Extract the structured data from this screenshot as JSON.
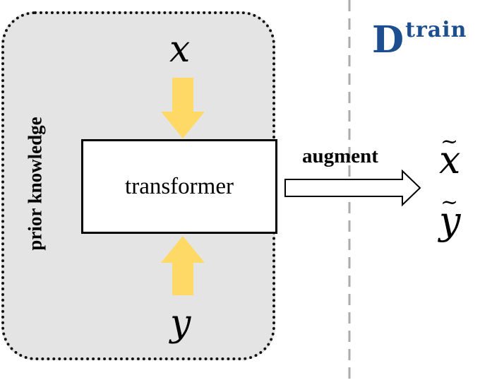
{
  "diagram": {
    "side_label": "prior knowledge",
    "input_x": "x",
    "input_y": "y",
    "model_label": "transformer",
    "arrow_label": "augment",
    "output_x": "x",
    "output_y": "y",
    "tilde_mark": "~",
    "dataset_symbol": "D",
    "dataset_superscript": "train",
    "colors": {
      "flow_arrows": "#ffd966",
      "region_fill": "#e4e4e4",
      "dataset_text": "#1d4e8f",
      "divider": "#aaaaaa"
    }
  }
}
